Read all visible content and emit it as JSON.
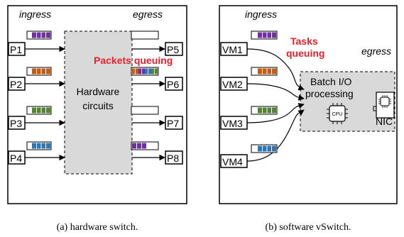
{
  "colors": {
    "purple": "#7030a0",
    "orange": "#c55a11",
    "green": "#548235",
    "blue": "#2e75b6",
    "red_text": "#e8202a",
    "gray_box": "#d9d9d9"
  },
  "hw": {
    "ingress": "ingress",
    "egress": "egress",
    "ports_in": [
      "P1",
      "P2",
      "P3",
      "P4"
    ],
    "ports_out": [
      "P5",
      "P6",
      "P7",
      "P8"
    ],
    "center_line1": "Hardware",
    "center_line2": "circuits",
    "queue_label": "Packets queuing",
    "caption": "(a) hardware switch."
  },
  "sw": {
    "ingress": "ingress",
    "egress": "egress",
    "vms": [
      "VM1",
      "VM2",
      "VM3",
      "VM4"
    ],
    "tasks_line1": "Tasks",
    "tasks_line2": "queuing",
    "batch_line1": "Batch I/O",
    "batch_line2": "processing",
    "cpu": "CPU",
    "nic": "NIC",
    "caption": "(b) software vSwitch."
  }
}
